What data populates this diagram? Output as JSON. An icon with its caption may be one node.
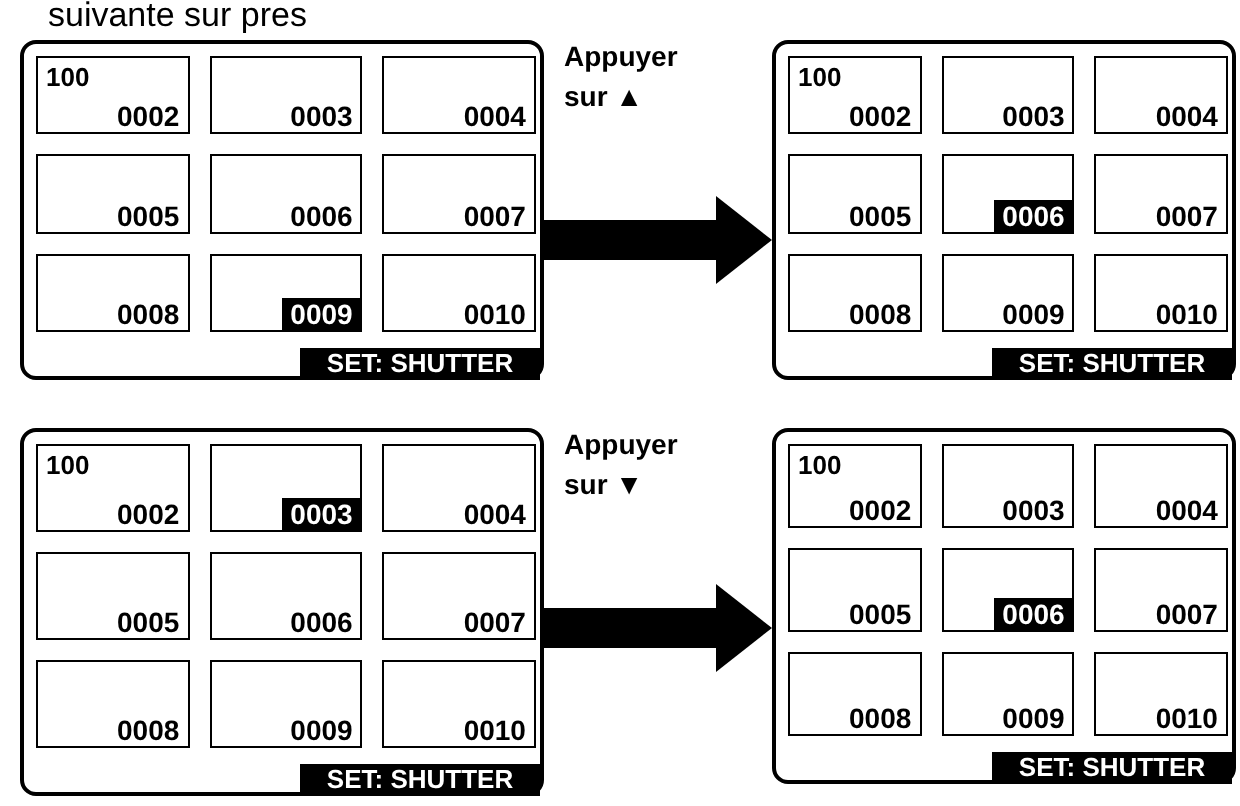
{
  "diagram": {
    "nodes": [
      {
        "text": [],
        "shape": "box"
      },
      {
        "text": [
          "100",
          "0002"
        ],
        "in": 0
      },
      {
        "text": [
          "0003"
        ],
        "in": 0
      },
      {
        "text": [
          "0004"
        ],
        "in": 0
      },
      {
        "text": [
          "0005"
        ],
        "in": 0
      },
      {
        "text": [
          "0006"
        ],
        "in": 0
      },
      {
        "text": [
          "0007"
        ],
        "in": 0
      },
      {
        "text": [
          "0008"
        ],
        "in": 0
      },
      {
        "text": [
          "0009"
        ],
        "in": 0
      },
      {
        "text": [
          "0010"
        ],
        "in": 0
      },
      {
        "text": [
          "SET: SHUTTER"
        ],
        "in": 0
      },
      {
        "text": [],
        "shape": "box"
      },
      {
        "text": [
          "100",
          "0002"
        ],
        "in": 11
      },
      {
        "text": [
          "0003"
        ],
        "in": 11
      },
      {
        "text": [
          "0004"
        ],
        "in": 11
      },
      {
        "text": [
          "0005"
        ],
        "in": 11
      },
      {
        "text": [
          "0006"
        ],
        "in": 11
      },
      {
        "text": [
          "0007"
        ],
        "in": 11
      },
      {
        "text": [
          "0008"
        ],
        "in": 11
      },
      {
        "text": [
          "0009"
        ],
        "in": 11
      },
      {
        "text": [
          "0010"
        ],
        "in": 11
      },
      {
        "text": [
          "SET: SHUTTER"
        ],
        "in": 11
      },
      {
        "text": [],
        "shape": "box"
      },
      {
        "text": [
          "100",
          "0002"
        ],
        "in": 22
      },
      {
        "text": [
          "0003"
        ],
        "in": 22
      },
      {
        "text": [
          "0004"
        ],
        "in": 22
      },
      {
        "text": [
          "0005"
        ],
        "in": 22
      },
      {
        "text": [
          "0006"
        ],
        "in": 22
      },
      {
        "text": [
          "0007"
        ],
        "in": 22
      },
      {
        "text": [
          "0008"
        ],
        "in": 22
      },
      {
        "text": [
          "0009"
        ],
        "in": 22
      },
      {
        "text": [
          "0010"
        ],
        "in": 22
      },
      {
        "text": [
          "SET: SHUTTER"
        ],
        "in": 22
      },
      {
        "text": [],
        "shape": "box"
      },
      {
        "text": [
          "100",
          "0002"
        ],
        "in": 33
      },
      {
        "text": [
          "0003"
        ],
        "in": 33
      },
      {
        "text": [
          "0004"
        ],
        "in": 33
      },
      {
        "text": [
          "0005"
        ],
        "in": 33
      },
      {
        "text": [
          "0006"
        ],
        "in": 33
      },
      {
        "text": [
          "0007"
        ],
        "in": 33
      },
      {
        "text": [
          "0008"
        ],
        "in": 33
      },
      {
        "text": [
          "0009"
        ],
        "in": 33
      },
      {
        "text": [
          "0010"
        ],
        "in": 33
      },
      {
        "text": [
          "SET: SHUTTER"
        ],
        "in": 33
      }
    ],
    "edges": [
      {
        "from": 0,
        "to": 11,
        "arrow": "to",
        "label": "Appuyer sur ▲"
      },
      {
        "from": 22,
        "to": 33,
        "arrow": "to",
        "label": "Appuyer sur ▼"
      }
    ],
    "labels": [
      "suivante sur pres"
    ]
  }
}
